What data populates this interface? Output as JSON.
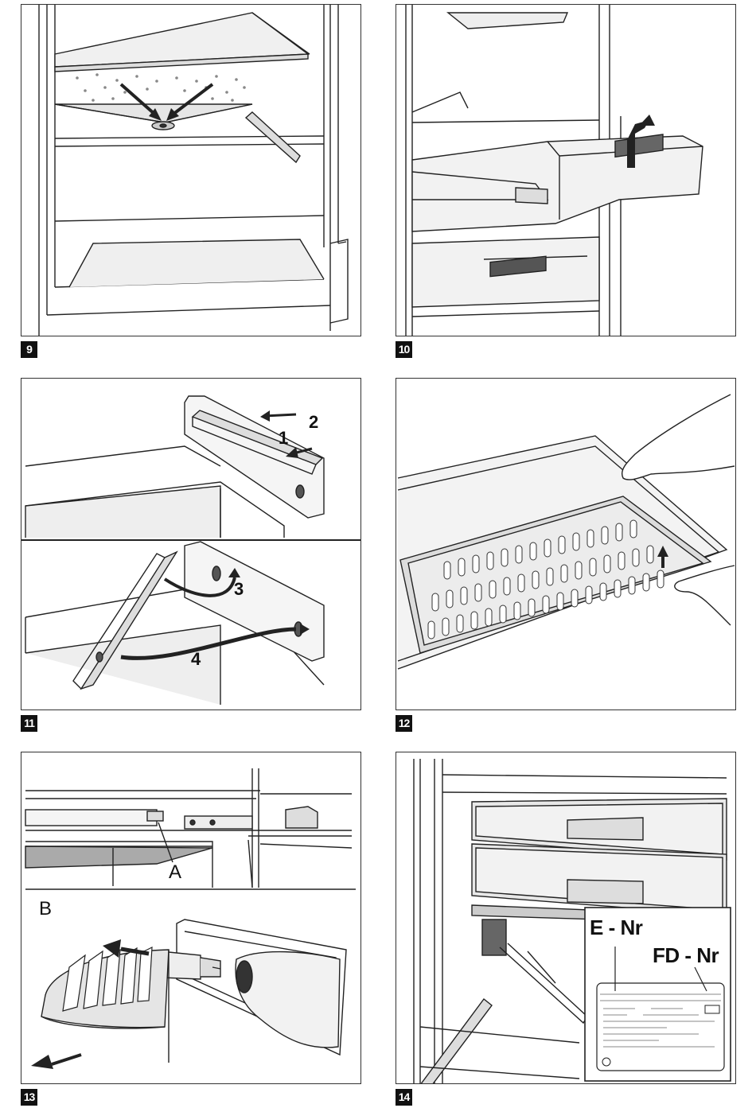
{
  "figures": [
    {
      "number": "9"
    },
    {
      "number": "10"
    },
    {
      "number": "11",
      "callouts": [
        "1",
        "2",
        "3",
        "4"
      ]
    },
    {
      "number": "12"
    },
    {
      "number": "13",
      "callouts": [
        "A",
        "B"
      ]
    },
    {
      "number": "14",
      "callouts": [
        "E - Nr",
        "FD - Nr"
      ]
    }
  ],
  "colors": {
    "line": "#222222",
    "shade_light": "#e6e6e6",
    "shade_mid": "#bdbdbd",
    "shade_dark": "#555555",
    "badge": "#111111"
  }
}
